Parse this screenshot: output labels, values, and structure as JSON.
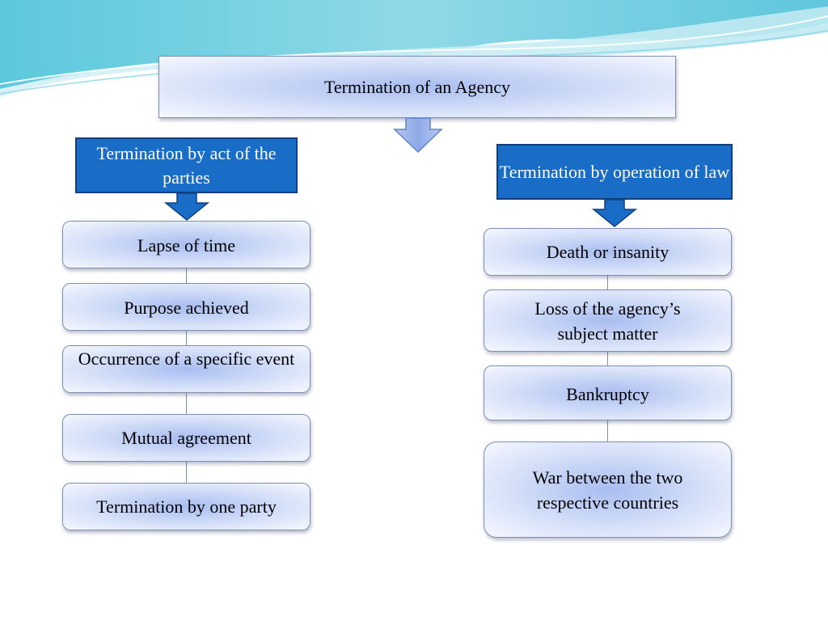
{
  "title": "Termination of  an Agency",
  "left_branch": {
    "heading": "Termination by act of the parties",
    "items": [
      "Lapse of time",
      "Purpose achieved",
      "Occurrence of a specific event",
      "Mutual agreement",
      "Termination by one party"
    ]
  },
  "right_branch": {
    "heading": "Termination by operation of  law",
    "items": [
      "Death or insanity",
      "Loss of the agency’s subject matter",
      "Bankruptcy",
      "War between the two respective countries"
    ]
  },
  "colors": {
    "heading_fill": "#1a6dc6",
    "heading_border": "#0f3f7e",
    "arrow_fill": "#1a6dc6",
    "box_border": "#7d8fb6",
    "connector": "#7a8fa4",
    "wave_teal": "#4fc3d9",
    "wave_light": "#bfe9f1"
  }
}
